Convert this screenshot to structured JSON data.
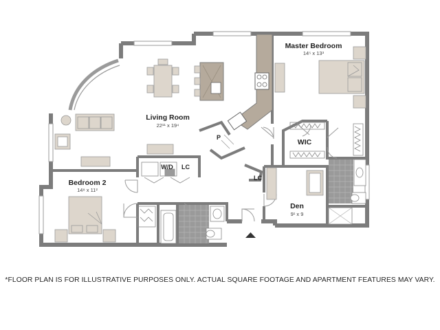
{
  "rooms": {
    "living": {
      "name": "Living Room",
      "dims": "22¹¹ x 19⁴"
    },
    "master": {
      "name": "Master Bedroom",
      "dims": "14⁵ x 13³"
    },
    "bedroom2": {
      "name": "Bedroom 2",
      "dims": "14⁸ x 11²"
    },
    "den": {
      "name": "Den",
      "dims": "9¹ x 9"
    }
  },
  "labels": {
    "wic": "WIC",
    "wd": "W/D",
    "lc": "LC",
    "lc2": "LC",
    "pantry": "P"
  },
  "disclaimer": "*FLOOR PLAN IS FOR ILLUSTRATIVE PURPOSES ONLY.  ACTUAL SQUARE FOOTAGE AND APARTMENT FEATURES MAY VARY.",
  "colors": {
    "wall": "#7c7c7c",
    "furniture": "#ddd6cc",
    "tile": "#9a9a9a",
    "counter": "#b5aa9c"
  }
}
